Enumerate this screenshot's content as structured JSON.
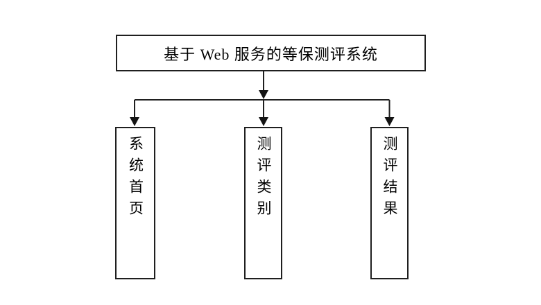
{
  "diagram": {
    "root": {
      "label": "基于 Web 服务的等保测评系统"
    },
    "children": [
      {
        "label": "系统首页"
      },
      {
        "label": "测评类别"
      },
      {
        "label": "测评结果"
      }
    ]
  },
  "colors": {
    "background": "#ffffff",
    "line": "#1f1f1f",
    "arrowhead": "#141414",
    "text": "#000000"
  }
}
